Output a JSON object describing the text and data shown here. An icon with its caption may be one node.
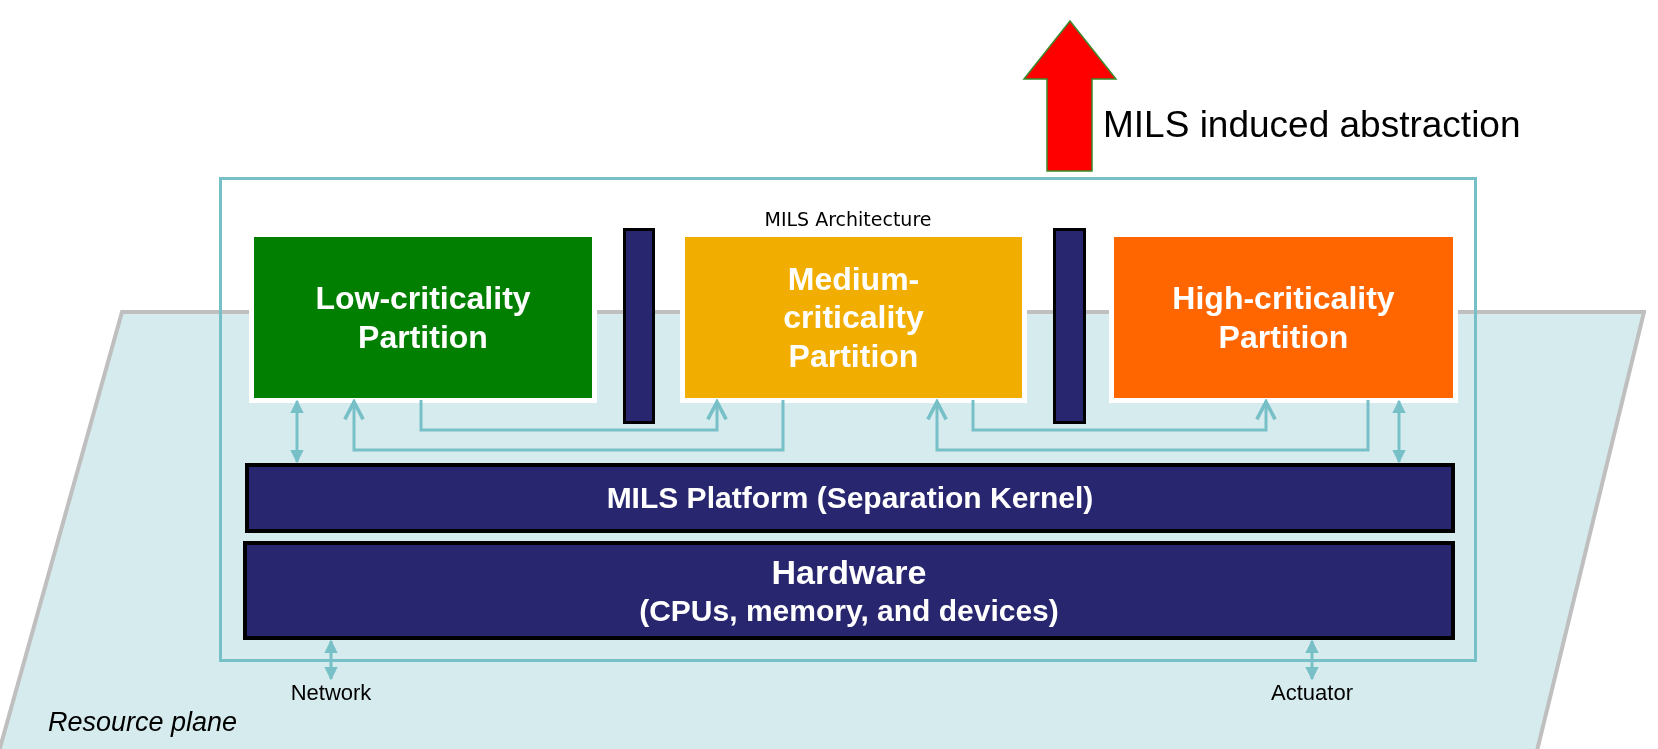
{
  "diagram": {
    "nodes": [
      {
        "text": [
          "MILS Architecture"
        ]
      },
      {
        "text": [
          "Low-criticality Partition"
        ],
        "in": 0
      },
      {
        "text": [],
        "shape": "bar",
        "in": 0
      },
      {
        "text": [
          "Medium- criticality Partition"
        ],
        "in": 0
      },
      {
        "text": [],
        "shape": "bar",
        "in": 0
      },
      {
        "text": [
          "High-criticality Partition"
        ],
        "in": 0
      },
      {
        "text": [
          "MILS Platform (Separation Kernel)"
        ]
      },
      {
        "text": [
          "Hardware",
          "(CPUs, memory, and devices)"
        ]
      },
      {
        "text": [
          "Resource plane"
        ]
      },
      {
        "text": [
          "Network"
        ],
        "in": 8
      },
      {
        "text": [
          "Actuator"
        ],
        "in": 8
      }
    ],
    "edges": [
      {
        "from": 1,
        "to": 6,
        "arrow": "both"
      },
      {
        "from": 1,
        "to": 3,
        "arrow": "to"
      },
      {
        "from": 3,
        "to": 1,
        "arrow": "to"
      },
      {
        "from": 3,
        "to": 5,
        "arrow": "to"
      },
      {
        "from": 5,
        "to": 3,
        "arrow": "to"
      },
      {
        "from": 5,
        "to": 6,
        "arrow": "both"
      },
      {
        "from": 7,
        "to": 9,
        "arrow": "both"
      },
      {
        "from": 7,
        "to": 10,
        "arrow": "both"
      }
    ],
    "labels": [
      "MILS induced abstraction"
    ]
  }
}
